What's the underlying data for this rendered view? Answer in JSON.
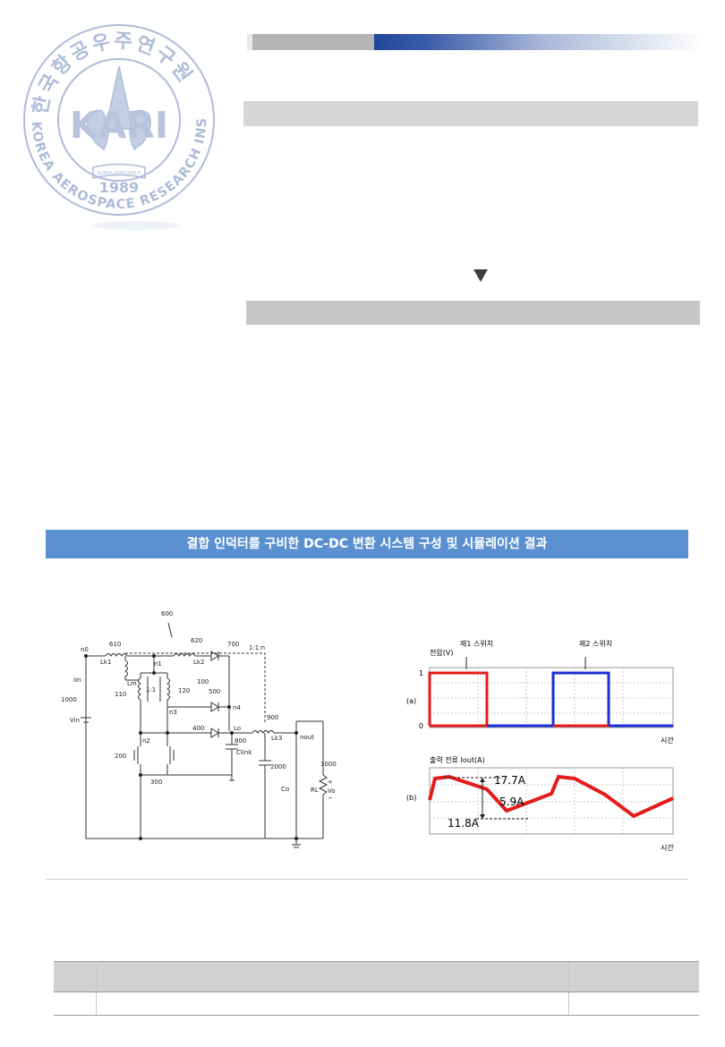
{
  "seal": {
    "initials": "KARI",
    "arc_top": "한국항공우주연구원",
    "arc_bottom": "KOREA AEROSPACE RESEARCH INSTITUTE",
    "year": "1989",
    "ribbon": "KOREA AEROSPACE"
  },
  "section": {
    "title": "결합 인덕터를 구비한 DC-DC 변환 시스템 구성 및 시뮬레이션 결과"
  },
  "circuit": {
    "ref_600": "600",
    "ref_610": "610",
    "ref_620": "620",
    "ref_700": "700",
    "ratio": "1:1:n",
    "n0": "n0",
    "n1": "n1",
    "n2": "n2",
    "n3": "n3",
    "n4": "n4",
    "nout": "nout",
    "lk1": "Lk1",
    "lk2": "Lk2",
    "lk3": "Lk3",
    "lm": "Lm",
    "lo": "Lo",
    "iin": "Iin",
    "vin": "Vin",
    "ref_1000": "1000",
    "ref_110": "110",
    "ref_120": "120",
    "ref_100": "100",
    "one_to_one": "1:1",
    "ref_500": "500",
    "ref_400": "400",
    "ref_800": "800",
    "clink": "Clink",
    "ref_900": "900",
    "ref_200": "200",
    "ref_300": "300",
    "ref_2000": "2000",
    "co": "Co",
    "ref_3000": "3000",
    "rl": "RL",
    "vo": "Vo",
    "plus": "+",
    "minus": "−"
  },
  "sim_a": {
    "panel_label": "(a)",
    "ylabel": "전압(V)",
    "xlabel": "시간",
    "switch1": "제1 스위치",
    "switch2": "제2 스위치",
    "tick_1": "1",
    "tick_0": "0",
    "color_switch1": "#e41b1b",
    "color_switch2": "#1b2fd6"
  },
  "sim_b": {
    "panel_label": "(b)",
    "ylabel": "출력 전류 Iout(A)",
    "xlabel": "시간",
    "peak": "17.7A",
    "ripple": "5.9A",
    "valley": "11.8A",
    "color_current": "#e41b1b"
  }
}
